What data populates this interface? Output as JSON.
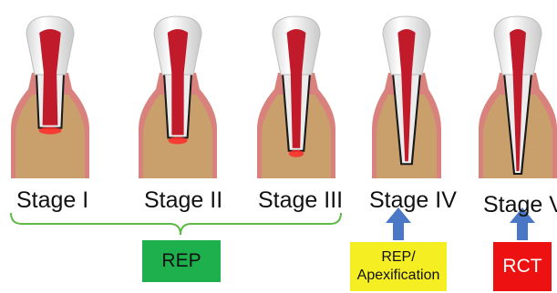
{
  "colors": {
    "bone": "#c9a06c",
    "gum": "#d9817c",
    "pulp": "#c11a2b",
    "enamel": "#f4f4f4",
    "bracket": "#5fb949",
    "arrow": "#4a78c7",
    "rep_box": "#1db04c",
    "apex_box": "#f5ee22",
    "rct_box": "#ee1111"
  },
  "stages": [
    {
      "label": "Stage I",
      "root_maturity": 0.3,
      "apex_state": "wide-open"
    },
    {
      "label": "Stage II",
      "root_maturity": 0.45,
      "apex_state": "open"
    },
    {
      "label": "Stage III",
      "root_maturity": 0.65,
      "apex_state": "narrowing"
    },
    {
      "label": "Stage IV",
      "root_maturity": 0.85,
      "apex_state": "narrow"
    },
    {
      "label": "Stage V",
      "root_maturity": 1.0,
      "apex_state": "closed"
    }
  ],
  "treatments": {
    "rep": "REP",
    "apex_line1": "REP/",
    "apex_line2": "Apexification",
    "rct": "RCT"
  }
}
